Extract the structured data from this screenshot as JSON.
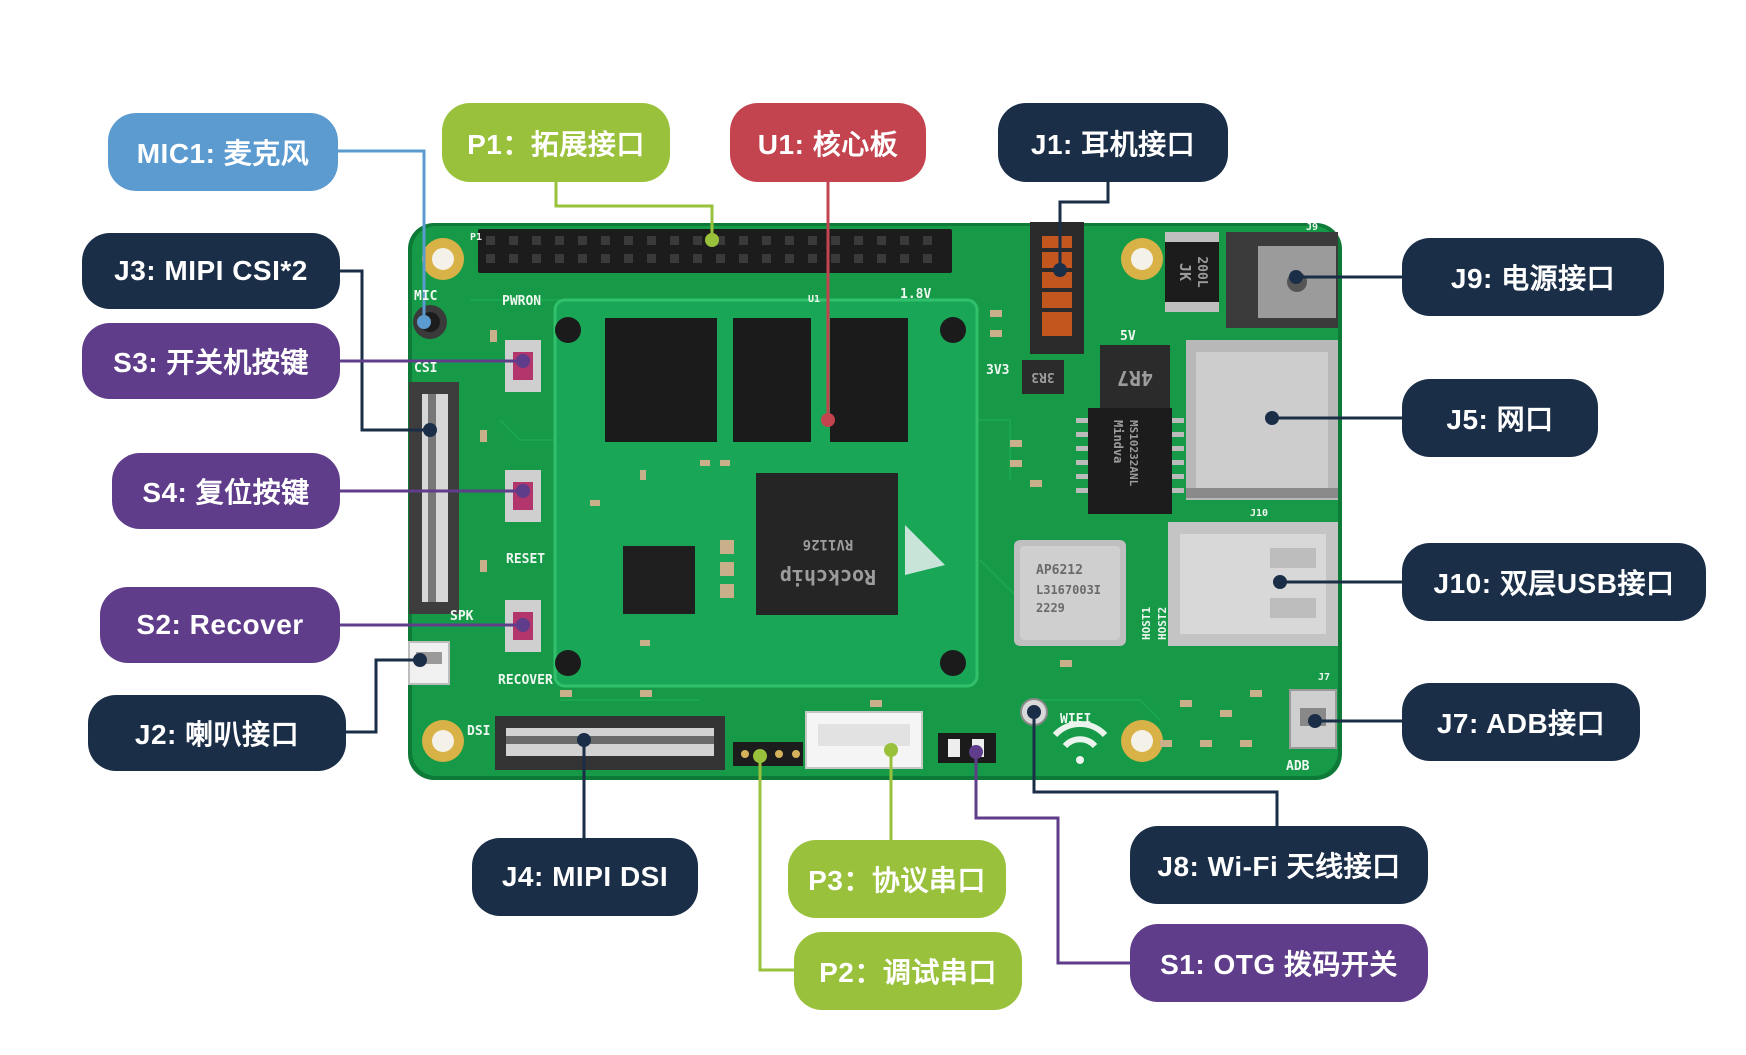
{
  "labels": {
    "mic1": "MIC1: 麦克风",
    "j3": "J3: MIPI CSI*2",
    "s3": "S3: 开关机按键",
    "s4": "S4: 复位按键",
    "s2": "S2: Recover",
    "j2": "J2: 喇叭接口",
    "p1": "P1：拓展接口",
    "u1": "U1: 核心板",
    "j1": "J1: 耳机接口",
    "j9": "J9: 电源接口",
    "j5": "J5: 网口",
    "j10": "J10: 双层USB接口",
    "j7": "J7: ADB接口",
    "j8": "J8: Wi-Fi 天线接口",
    "s1": "S1: OTG 拨码开关",
    "j4": "J4: MIPI DSI",
    "p3": "P3：协议串口",
    "p2": "P2：调试串口"
  },
  "board_silkscreen": {
    "mic": "MIC",
    "csi": "CSI",
    "pwron": "PWRON",
    "reset": "RESET",
    "spk": "SPK",
    "recover": "RECOVER",
    "dsi": "DSI",
    "wifi": "WIFI",
    "adb": "ADB",
    "v18": "1.8V",
    "v33": "3V3",
    "v5": "5V",
    "host1": "HOST1",
    "host2": "HOST2",
    "chip_main_brand": "Rockchip",
    "chip_main_model": "RV1126",
    "chip_wifi": "AP6212",
    "chip_wifi_line2": "L3167003I",
    "chip_wifi_line3": "2229",
    "transformer_brand": "Mindva",
    "transformer_model": "MS10232ANL",
    "power_inductor": "4R7",
    "inductor2": "3R3",
    "jk_fuse_1": "JK",
    "jk_fuse_2": "200L",
    "j9_mark": "J9",
    "p1_mark": "P1",
    "u1_mark": "U1",
    "j10_mark": "J10",
    "j7_mark": "J7"
  },
  "colors": {
    "navy": "#1a2e47",
    "green": "#9ac13c",
    "purple": "#5f3d8a",
    "blue": "#5b9bd0",
    "red": "#c3444f",
    "pcb": "#169a48",
    "pcb_dark": "#0d7a37"
  }
}
